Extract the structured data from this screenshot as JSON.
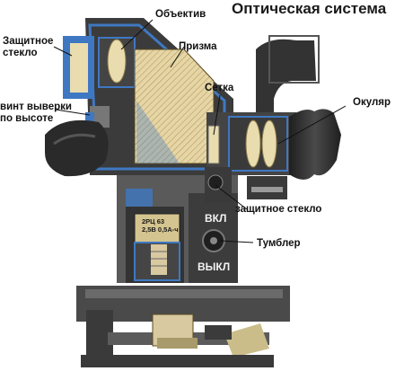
{
  "title": "Оптическая система",
  "labels": {
    "objective": "Объектив",
    "protective_glass_top": [
      "Защитное",
      "стекло"
    ],
    "prism": "Призма",
    "reticle": "Сетка",
    "eyepiece": "Окуляр",
    "height_screw": [
      "винт выверки",
      "по высоте"
    ],
    "protective_glass_bottom": "защитное стекло",
    "toggle": "Тумблер"
  },
  "device_markings": {
    "on": "ВКЛ",
    "off": "ВЫКЛ",
    "battery_line1": "2РЦ 63",
    "battery_line2": "2,5В 0,5А-ч"
  },
  "colors": {
    "housing_blue": "#3f78c2",
    "housing_dark": "#3b3b3b",
    "housing_mid": "#5a5a5a",
    "eyecup": "#2e2e2e",
    "glass": "#e9dcae",
    "optic_fill": "#d8c9a0",
    "leader": "#111111"
  }
}
